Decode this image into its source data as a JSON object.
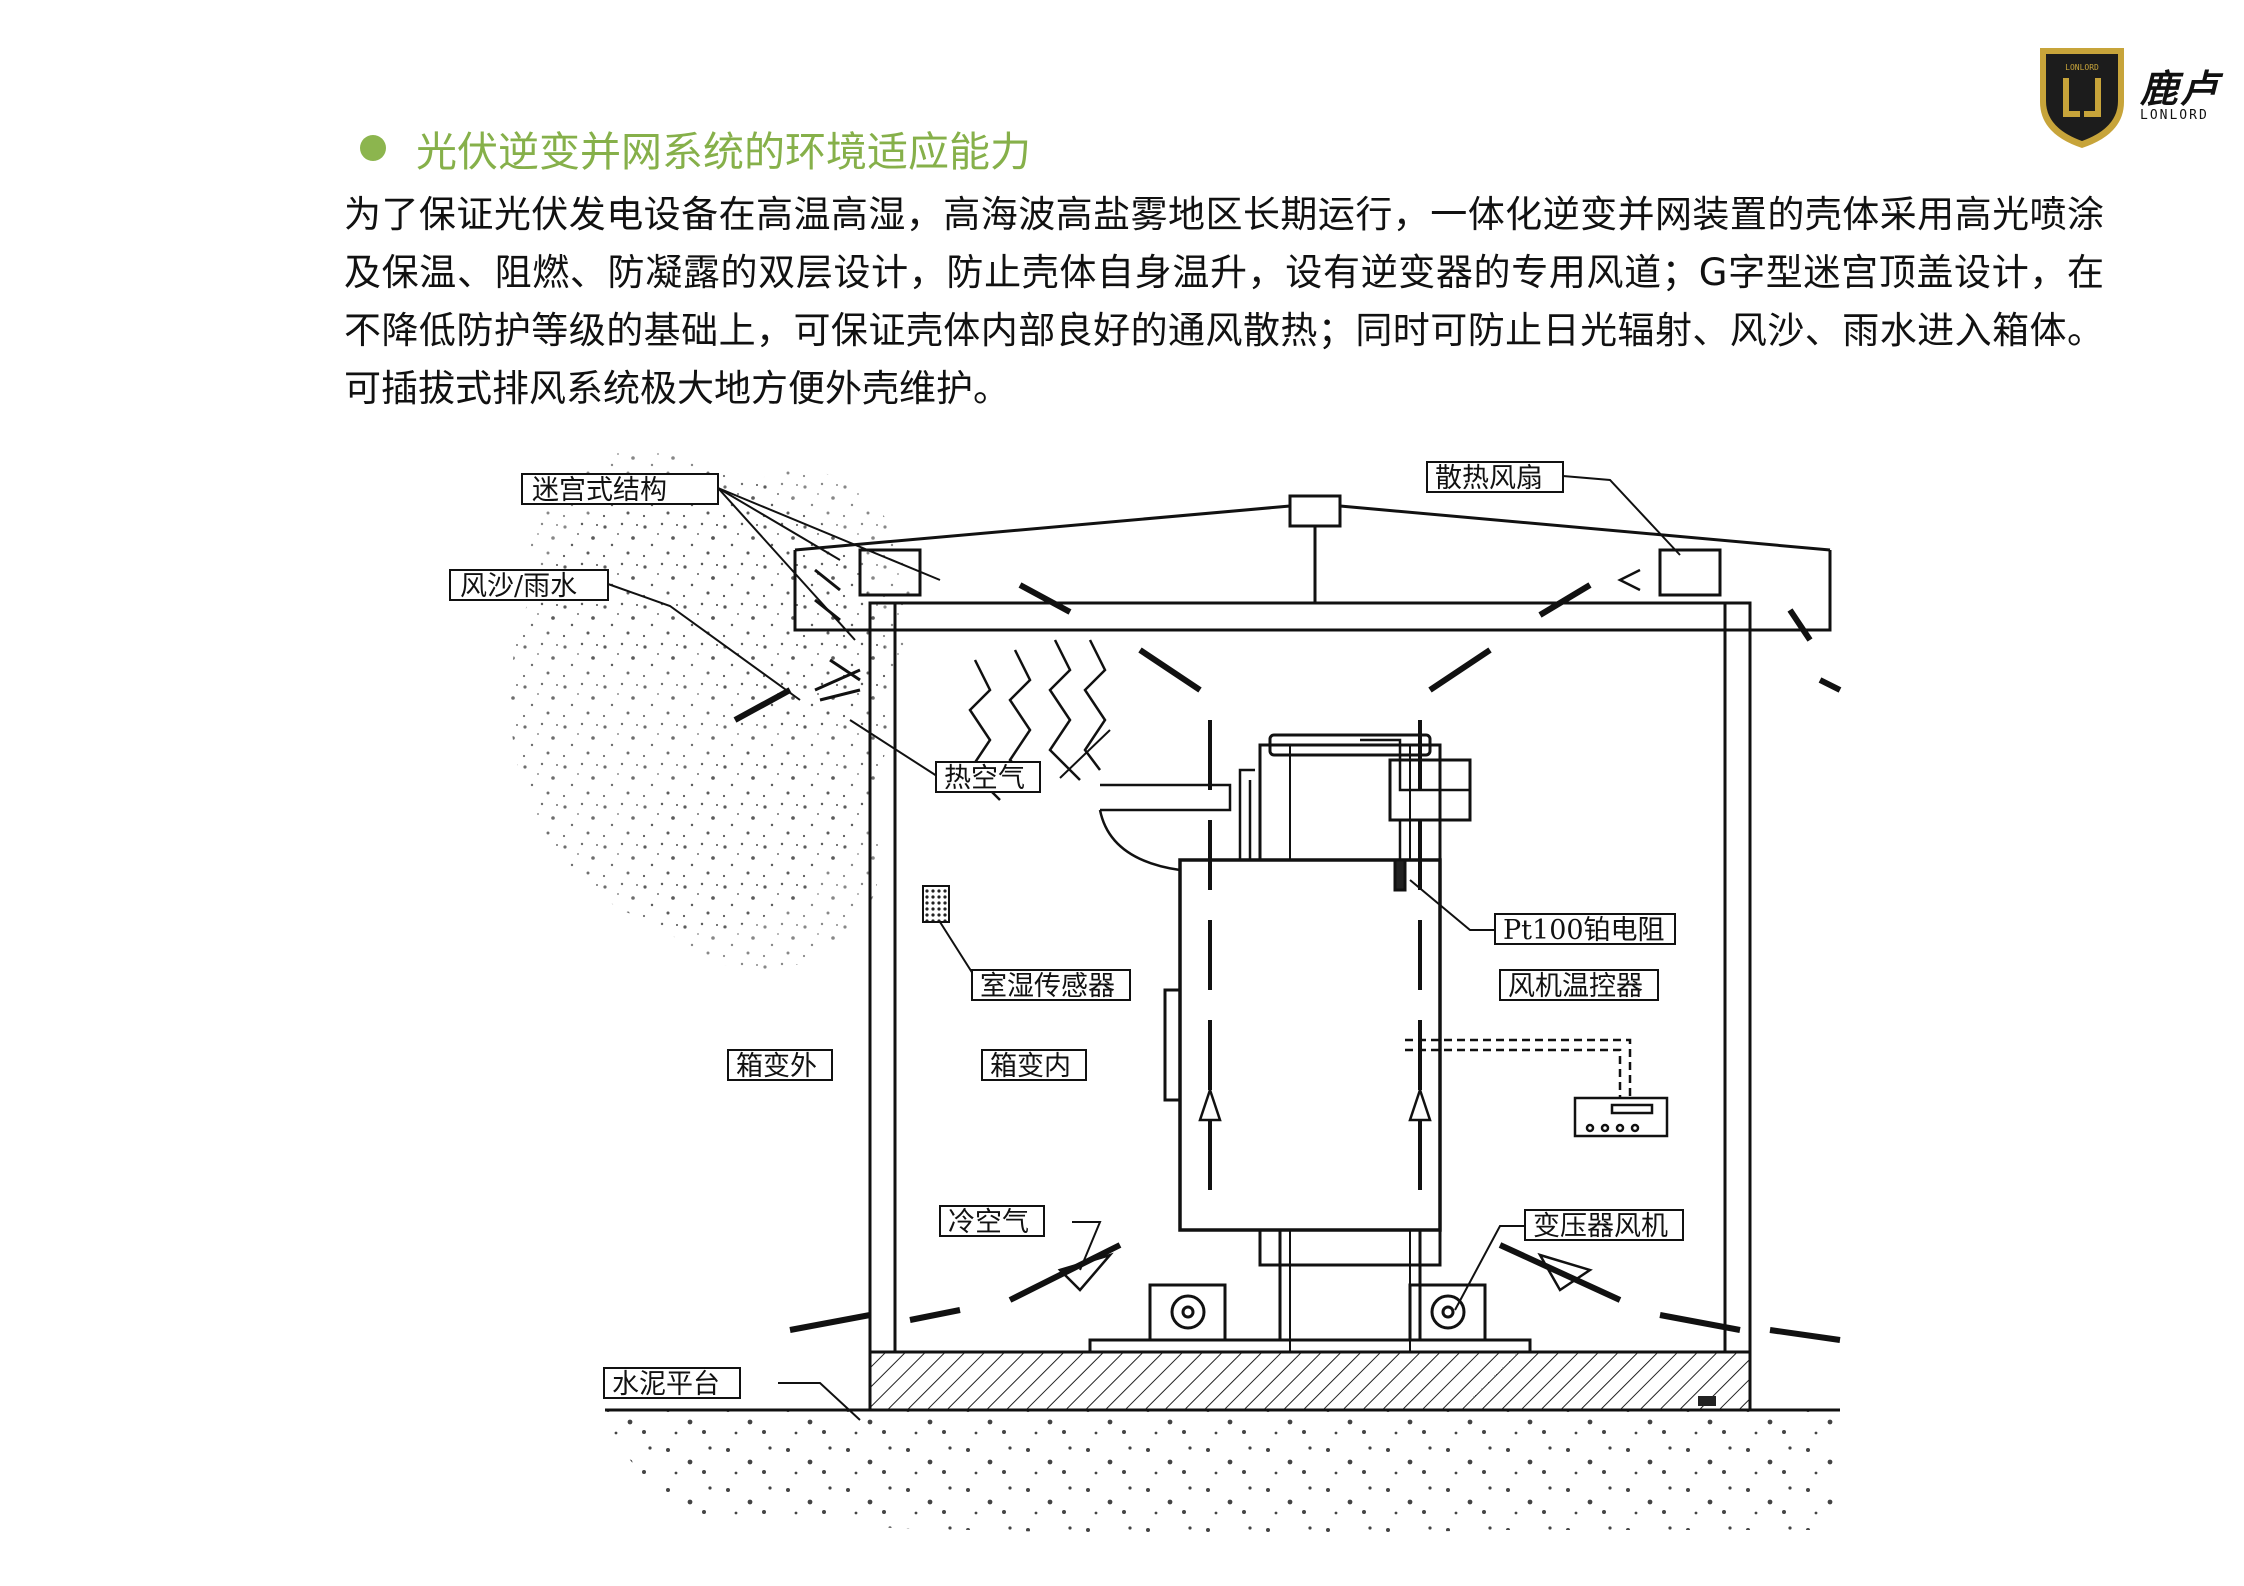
{
  "brand": {
    "name_cn": "鹿卢",
    "name_en": "LONLORD",
    "colors": {
      "accent": "#86b04a",
      "bullet": "#8cb54e",
      "logo_gold": "#c7a43a",
      "logo_dark": "#1c1c1c"
    }
  },
  "section": {
    "title": "光伏逆变并网系统的环境适应能力",
    "paragraph": "为了保证光伏发电设备在高温高湿，高海波高盐雾地区长期运行，一体化逆变并网装置的壳体采用高光喷涂及保温、阻燃、防凝露的双层设计，防止壳体自身温升，设有逆变器的专用风道；G字型迷宫顶盖设计，在不降低防护等级的基础上，可保证壳体内部良好的通风散热；同时可防止日光辐射、风沙、雨水进入箱体。可插拔式排风系统极大地方便外壳维护。"
  },
  "diagram": {
    "labels": {
      "labyrinth": "迷宫式结构",
      "sand_rain": "风沙/雨水",
      "fan": "散热风扇",
      "hot_air": "热空气",
      "pt100": "Pt100铂电阻",
      "humidity": "室湿传感器",
      "fan_controller": "风机温控器",
      "outside": "箱变外",
      "inside": "箱变内",
      "cold_air": "冷空气",
      "transformer_fan": "变压器风机",
      "cement": "水泥平台"
    }
  }
}
